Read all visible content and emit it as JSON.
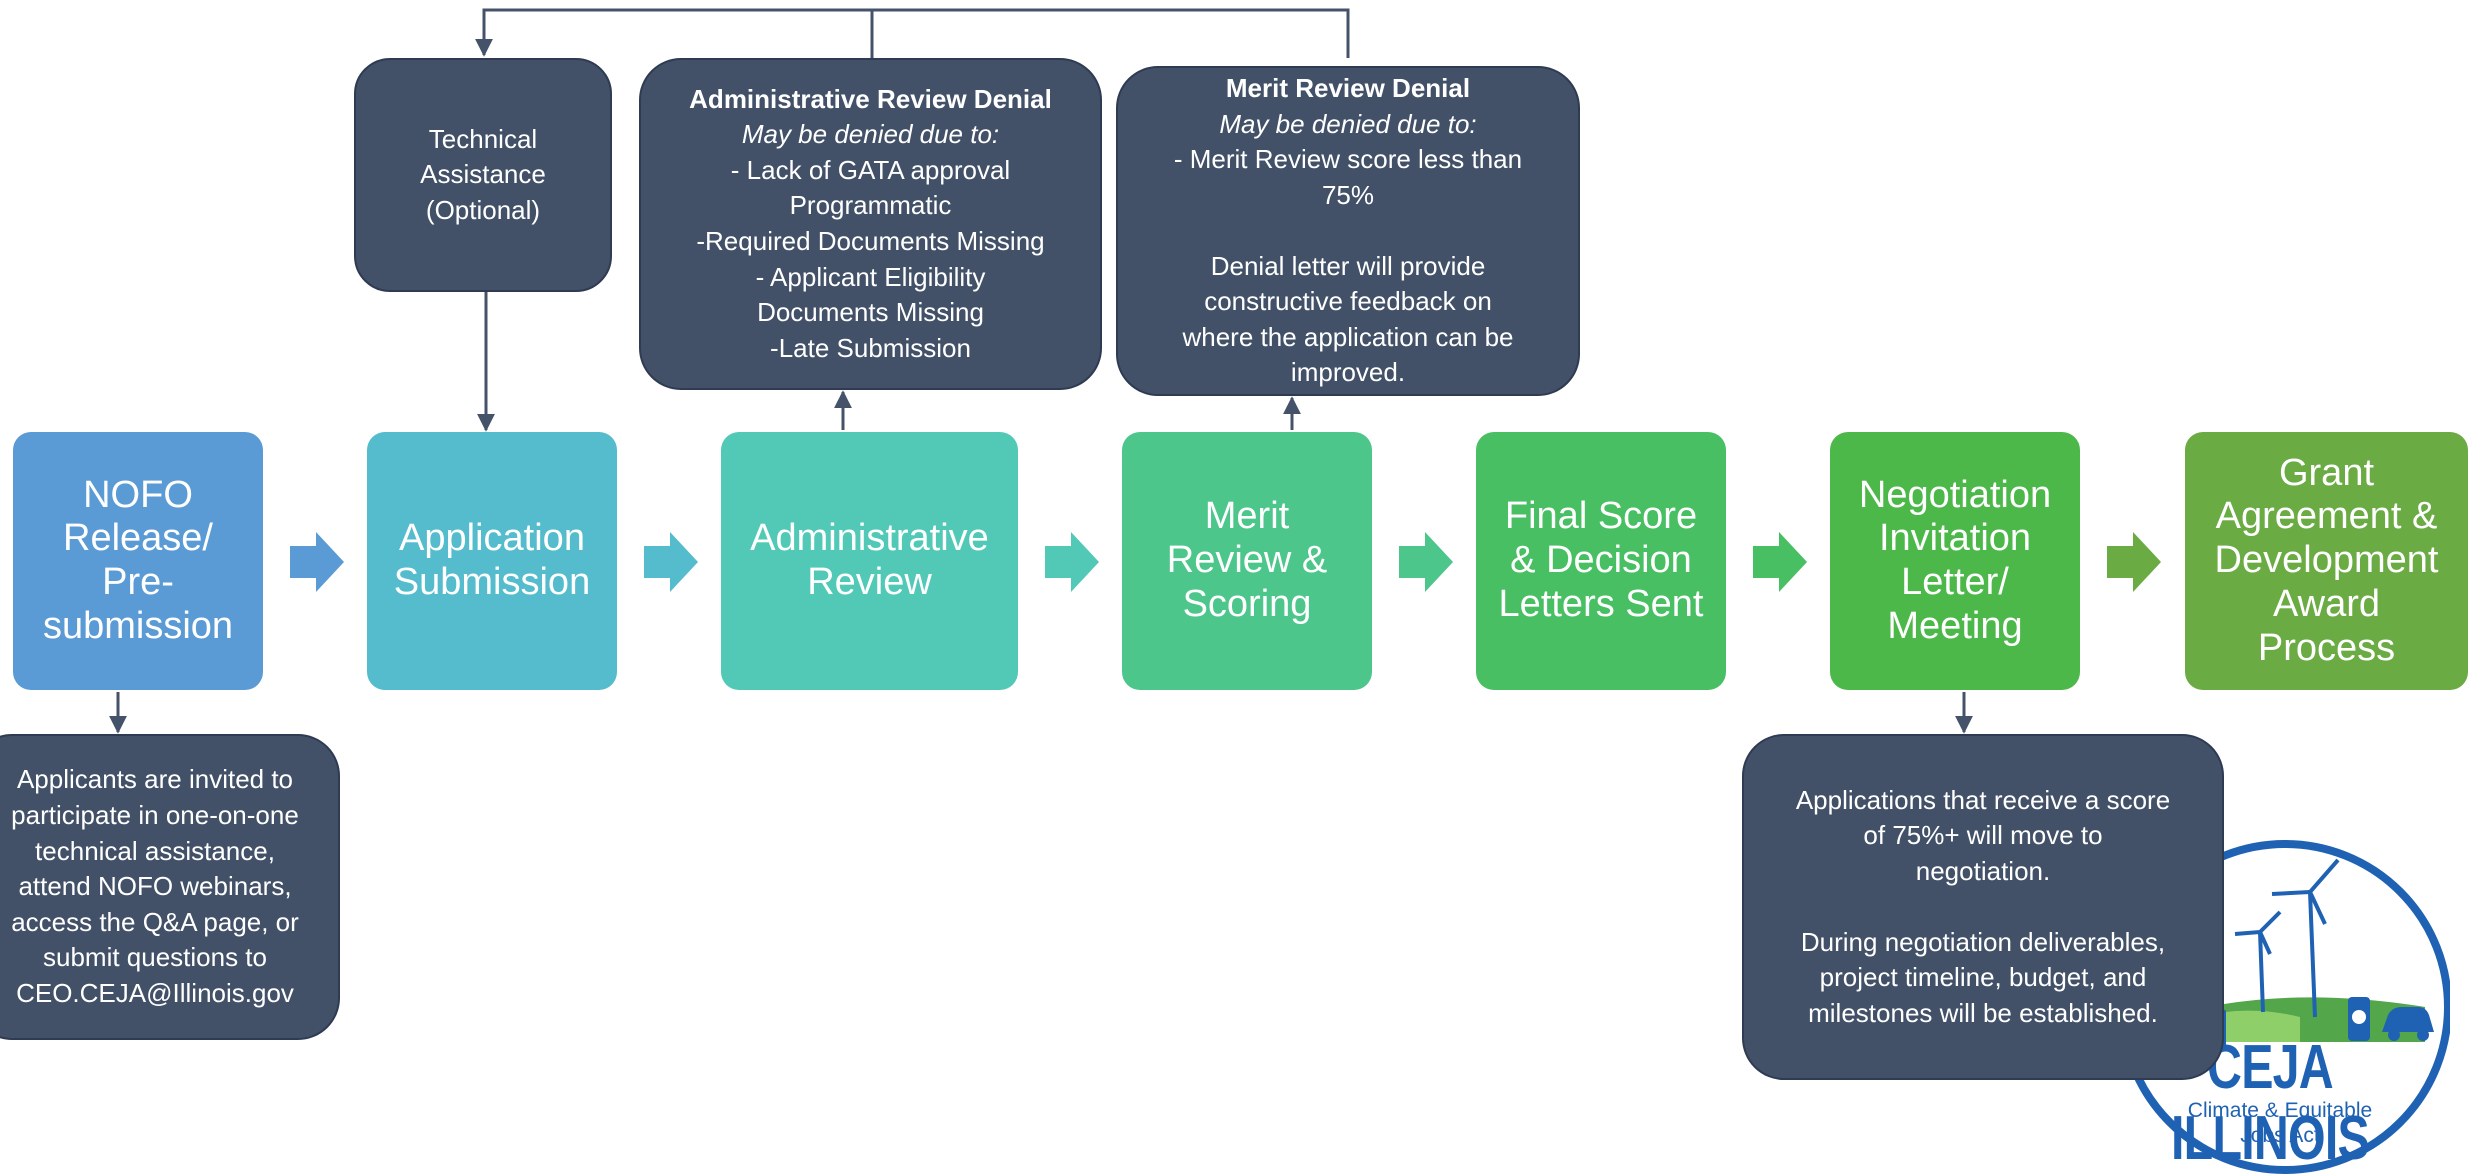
{
  "steps": [
    {
      "id": "nofo",
      "label": "NOFO Release/ Pre-submission",
      "color": "#5b9bd5"
    },
    {
      "id": "submission",
      "label": "Application Submission",
      "color": "#54bccd"
    },
    {
      "id": "admin_review",
      "label": "Administrative Review",
      "color": "#52c9b7"
    },
    {
      "id": "merit_review",
      "label": "Merit Review & Scoring",
      "color": "#4cc68a"
    },
    {
      "id": "final_score",
      "label": "Final Score & Decision Letters Sent",
      "color": "#48bf63"
    },
    {
      "id": "negotiation",
      "label": "Negotiation Invitation Letter/ Meeting",
      "color": "#4db84a"
    },
    {
      "id": "grant",
      "label": "Grant Agreement & Development Award Process",
      "color": "#6aab43"
    }
  ],
  "notes": {
    "technical_assistance": {
      "lines": [
        "Technical",
        "Assistance",
        "(Optional)"
      ]
    },
    "admin_denial": {
      "title": "Administrative Review Denial",
      "subtitle": "May be denied due to:",
      "lines": [
        "- Lack of GATA approval",
        "Programmatic",
        "-Required Documents Missing",
        "- Applicant Eligibility",
        "Documents Missing",
        "-Late Submission"
      ]
    },
    "merit_denial": {
      "title": "Merit Review Denial",
      "subtitle": "May be denied due to:",
      "lines": [
        "- Merit Review score less than",
        "75%",
        "",
        "Denial letter will provide",
        "constructive feedback on",
        "where the application can be",
        "improved."
      ]
    },
    "presubmission_info": {
      "lines": [
        "Applicants are invited to",
        "participate in one-on-one",
        "technical assistance,",
        "attend NOFO webinars,",
        "access the Q&A page, or",
        "submit questions to",
        "CEO.CEJA@Illinois.gov"
      ]
    },
    "negotiation_info": {
      "lines": [
        "Applications that receive a score",
        "of 75%+ will move to",
        "negotiation.",
        "",
        "During negotiation deliverables,",
        "project timeline, budget, and",
        "milestones will be established."
      ]
    }
  },
  "logo": {
    "title": "CEJA ILLINOIS",
    "subtitle_line1": "Climate & Equitable",
    "subtitle_line2": "Jobs Act",
    "icons": [
      "wind-turbine-icon",
      "house-icon",
      "ev-charger-icon",
      "car-icon"
    ],
    "colors": {
      "blue": "#1f62b4",
      "green": "#53a64a"
    }
  },
  "colors": {
    "note_fill": "#425168",
    "connector": "#44536a"
  }
}
